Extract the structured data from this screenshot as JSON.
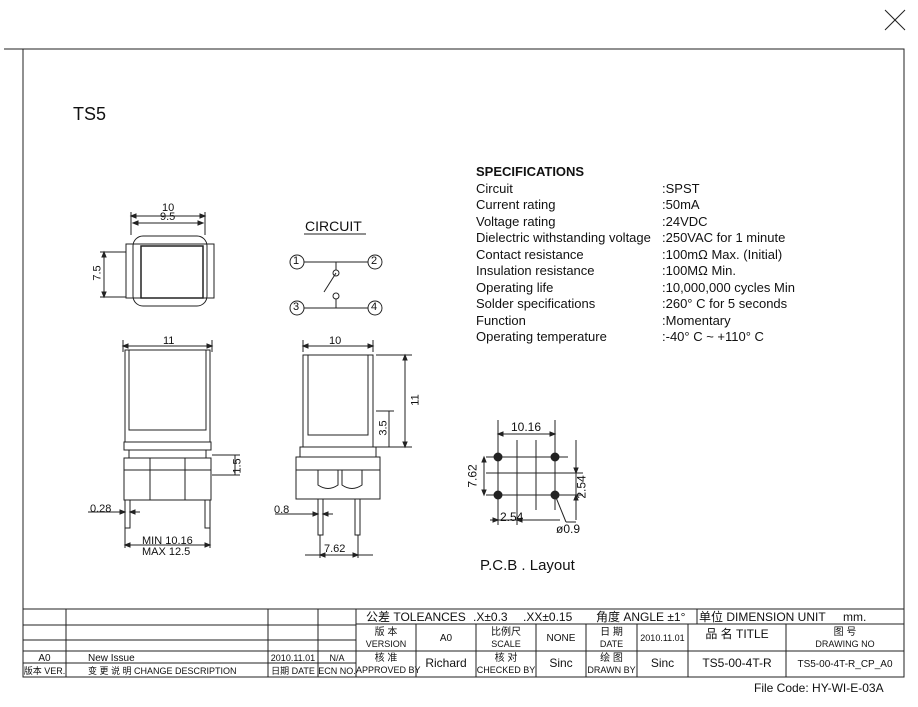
{
  "title": "TS5",
  "circuit_label": "CIRCUIT",
  "circuit_pins": [
    "1",
    "2",
    "3",
    "4"
  ],
  "pcb_label": "P.C.B . Layout",
  "specs": {
    "heading": "SPECIFICATIONS",
    "rows": [
      {
        "label": "Circuit",
        "value": ":SPST"
      },
      {
        "label": "Current rating",
        "value": ":50mA"
      },
      {
        "label": "Voltage rating",
        "value": ":24VDC"
      },
      {
        "label": "Dielectric withstanding voltage",
        "value": ":250VAC for 1 minute"
      },
      {
        "label": "Contact resistance",
        "value": ":100mΩ   Max. (Initial)"
      },
      {
        "label": "Insulation resistance",
        "value": ":100MΩ   Min."
      },
      {
        "label": "Operating life",
        "value": ":10,000,000 cycles Min"
      },
      {
        "label": "Solder specifications",
        "value": ":260° C for 5 seconds"
      },
      {
        "label": "Function",
        "value": ":Momentary"
      },
      {
        "label": "Operating temperature",
        "value": ":-40° C ~ +110° C"
      }
    ]
  },
  "dimensions": {
    "top_width": "10",
    "top_inner": "9.5",
    "top_height": "7.5",
    "front_width": "11",
    "front_lead_thk": "0.28",
    "front_pin_h": "1.5",
    "front_min": "MIN 10.16",
    "front_max": "MAX 12.5",
    "side_width": "10",
    "side_height": "11",
    "side_pin": "3.5",
    "side_lead": "0.8",
    "side_span": "7.62",
    "pcb_x": "10.16",
    "pcb_y": "7.62",
    "pcb_pitch_x": "2.54",
    "pcb_pitch_y": "2.54",
    "pcb_hole": "ø0.9"
  },
  "title_block": {
    "tolerances_label": "公差 TOLEANCES",
    "tol_x": ".X±0.3",
    "tol_xx": ".XX±0.15",
    "angle": "角度 ANGLE ±1°",
    "unit_label": "单位  DIMENSION UNIT",
    "unit_value": "mm.",
    "version_cn": "版 本",
    "version_en": "VERSION",
    "version_value": "A0",
    "scale_cn": "比例尺",
    "scale_en": "SCALE",
    "scale_value": "NONE",
    "date_cn": "日 期",
    "date_en": "DATE",
    "date_value": "2010.11.01",
    "name_label": "品 名   TITLE",
    "drawing_cn": "图 号",
    "drawing_en": "DRAWING NO",
    "approved_cn": "核 准",
    "approved_en": "APPROVED BY",
    "approved_value": "Richard",
    "checked_cn": "核 对",
    "checked_en": "CHECKED BY",
    "checked_value": "Sinc",
    "drawn_cn": "绘 图",
    "drawn_en": "DRAWN BY",
    "drawn_value": "Sinc",
    "title_value": "TS5-00-4T-R",
    "drawing_value": "TS5-00-4T-R_CP_A0",
    "rev": "A0",
    "rev_desc": "New Issue",
    "rev_date": "2010.11.01",
    "rev_ecn": "N/A",
    "col_ver": "版本 VER.",
    "col_desc": "变 更 说 明   CHANGE DESCRIPTION",
    "col_date": "日期 DATE",
    "col_ecn": "ECN NO."
  },
  "file_code": "File Code: HY-WI-E-03A"
}
